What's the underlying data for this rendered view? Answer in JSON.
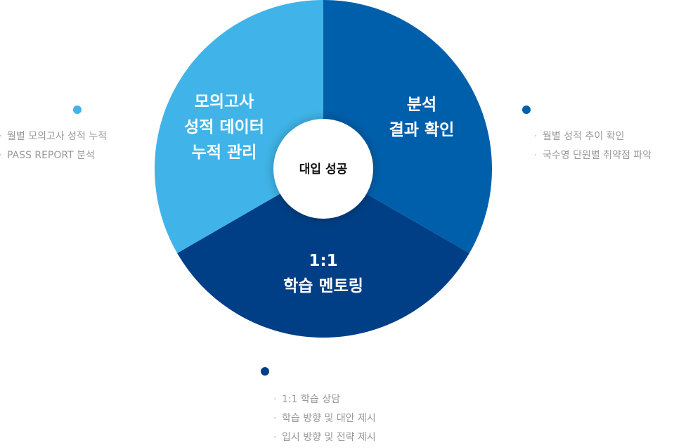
{
  "center": {
    "label": "대입 성공"
  },
  "segments": [
    {
      "id": "analysis",
      "lines": [
        "분석",
        "결과 확인"
      ],
      "color": "#005fab",
      "notes": [
        "월별 성적 추이 확인",
        "국수영 단원별 취약점 파악"
      ]
    },
    {
      "id": "mentoring",
      "lines": [
        "1:1",
        "학습 멘토링"
      ],
      "color": "#003f85",
      "notes": [
        "1:1 학습 상담",
        "학습 방향 및 대안 제시",
        "입시 방향 및 전략 제시"
      ]
    },
    {
      "id": "accumulation",
      "lines": [
        "모의고사",
        "성적 데이터",
        "누적 관리"
      ],
      "color": "#40b4e8",
      "notes": [
        "월별 모의고사 성적 누적",
        "PASS REPORT 분석"
      ]
    }
  ]
}
